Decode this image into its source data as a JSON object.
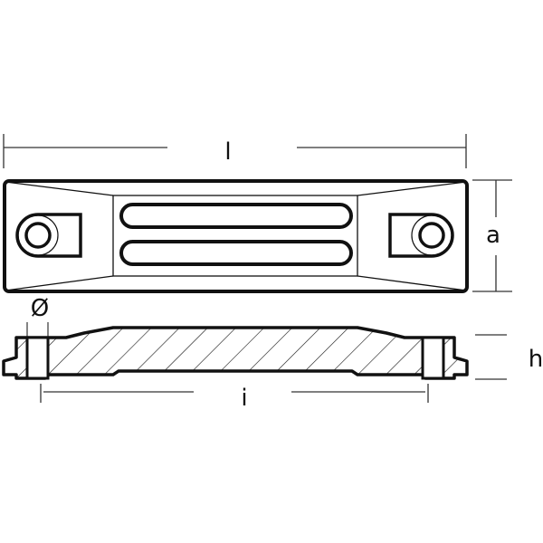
{
  "drawing": {
    "dimensions": {
      "length_label": "l",
      "width_label": "a",
      "height_label": "h",
      "hole_spacing_label": "i",
      "hole_diameter_label": "Ø"
    },
    "colors": {
      "line": "#111111",
      "background": "#ffffff"
    }
  }
}
